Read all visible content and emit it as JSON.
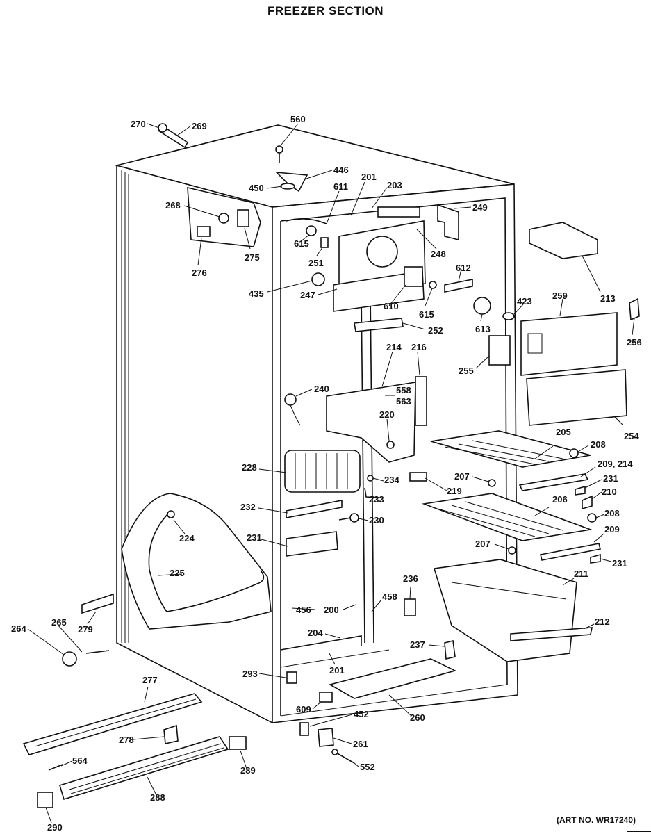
{
  "title": "FREEZER SECTION",
  "art_number": "(ART NO. WR17240)",
  "labels": {
    "l270": "270",
    "l269": "269",
    "l560": "560",
    "l446": "446",
    "l450": "450",
    "l201a": "201",
    "l203": "203",
    "l611": "611",
    "l268": "268",
    "l249": "249",
    "l615a": "615",
    "l275": "275",
    "l276": "276",
    "l251": "251",
    "l248": "248",
    "l213": "213",
    "l612": "612",
    "l435": "435",
    "l247": "247",
    "l610": "610",
    "l615b": "615",
    "l423": "423",
    "l259": "259",
    "l613": "613",
    "l256": "256",
    "l252": "252",
    "l214": "214",
    "l216": "216",
    "l255": "255",
    "l240": "240",
    "l558": "558",
    "l563": "563",
    "l220": "220",
    "l254": "254",
    "l205": "205",
    "l208a": "208",
    "l228": "228",
    "l209_214": "209, 214",
    "l207a": "207",
    "l234": "234",
    "l231a": "231",
    "l219": "219",
    "l233": "233",
    "l210": "210",
    "l232": "232",
    "l206": "206",
    "l230": "230",
    "l208b": "208",
    "l224": "224",
    "l231b": "231",
    "l209": "209",
    "l207b": "207",
    "l231c": "231",
    "l225": "225",
    "l236": "236",
    "l211": "211",
    "l456": "456",
    "l200": "200",
    "l458": "458",
    "l264": "264",
    "l265": "265",
    "l279": "279",
    "l212": "212",
    "l204": "204",
    "l237": "237",
    "l201b": "201",
    "l293": "293",
    "l277": "277",
    "l609": "609",
    "l452": "452",
    "l260": "260",
    "l278": "278",
    "l261": "261",
    "l564": "564",
    "l552": "552",
    "l289": "289",
    "l288": "288",
    "l290": "290"
  }
}
